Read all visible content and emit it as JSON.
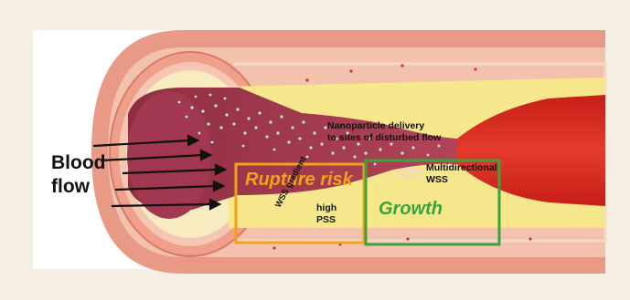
{
  "labels": {
    "blood_flow_line1": "Blood",
    "blood_flow_line2": "flow",
    "nanoparticle_line1": "Nanoparticle delivery",
    "nanoparticle_line2": "to sites of disturbed flow",
    "rupture_risk": "Rupture risk",
    "growth": "Growth",
    "multidirectional_line1": "Multidirectional",
    "multidirectional_line2": "WSS",
    "high_pss_line1": "high",
    "high_pss_line2": "PSS",
    "wss_gradient": "WSS gradient"
  },
  "colors": {
    "background": "#f4efe2",
    "panel": "#ffffff",
    "vessel_outer": "#e89a86",
    "vessel_wall": "#f2c2ad",
    "plaque": "#f6e78c",
    "lumen": "#a83a4c",
    "lumen_dark": "#8c2a3b",
    "artery_red": "#d8281e",
    "rupture_box": "#f2a21a",
    "growth_box": "#3aa33a",
    "arrow": "#111111"
  }
}
